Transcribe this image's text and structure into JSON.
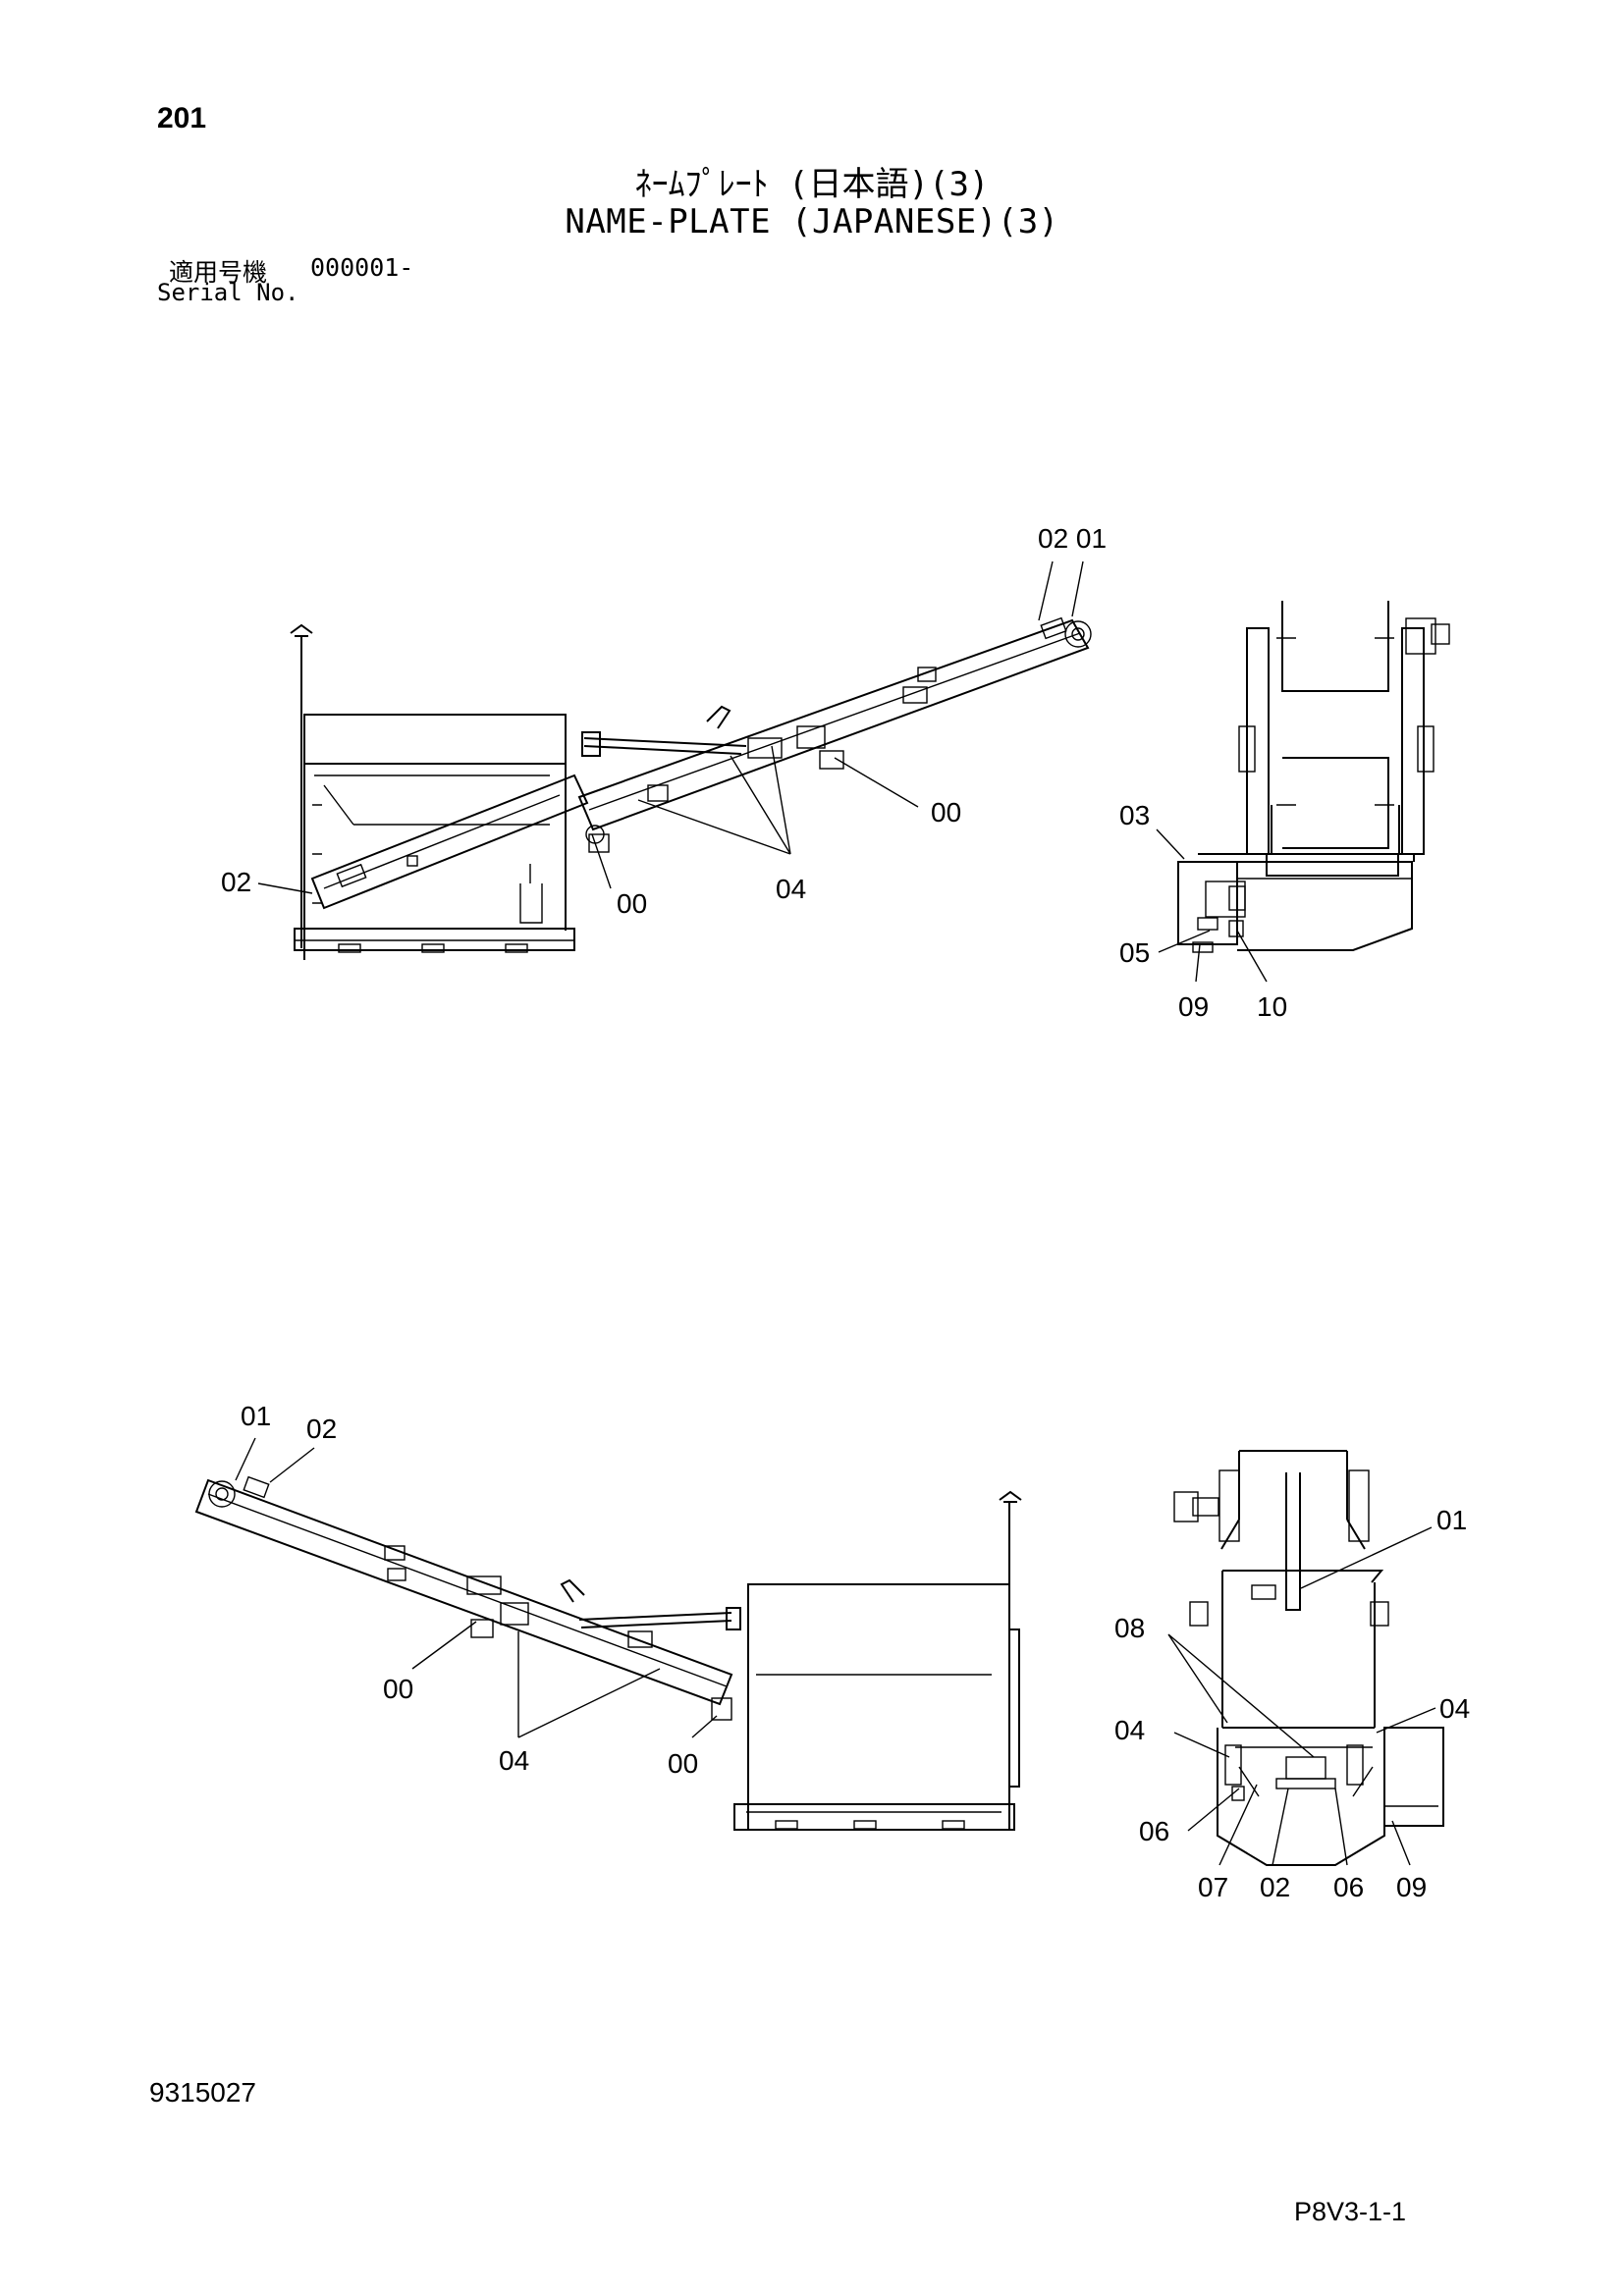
{
  "header": {
    "page_number": "201",
    "title_japanese": "ﾈｰﾑﾌﾟﾚｰﾄ (日本語)(3)",
    "title_english": "NAME-PLATE (JAPANESE)(3)",
    "serial_label_japanese": "適用号機",
    "serial_value": "000001-",
    "serial_label_english": "Serial No."
  },
  "views": {
    "top_left_side": {
      "callouts": [
        "02 01",
        "00",
        "00",
        "04",
        "02"
      ]
    },
    "top_right_end": {
      "callouts": [
        "03",
        "05",
        "09",
        "10"
      ]
    },
    "bottom_left_side": {
      "callouts": [
        "01",
        "02",
        "00",
        "04",
        "00"
      ]
    },
    "bottom_right_end": {
      "callouts": [
        "01",
        "08",
        "04",
        "04",
        "06",
        "07",
        "02",
        "06",
        "09"
      ]
    }
  },
  "footer": {
    "document_number": "9315027",
    "page_code": "P8V3-1-1"
  }
}
